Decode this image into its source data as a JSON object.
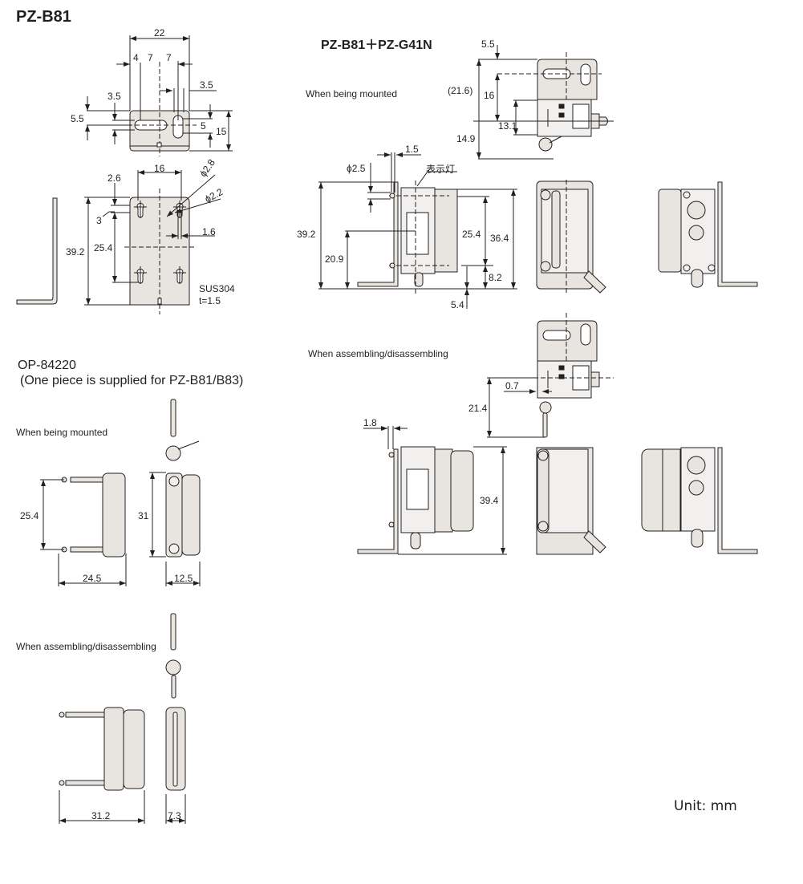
{
  "sections": {
    "pz_b81": {
      "title": "PZ-B81",
      "dims": {
        "width_22": "22",
        "d4": "4",
        "d7a": "7",
        "d7b": "7",
        "d3_5_right": "3.5",
        "d3_5_left": "3.5",
        "d5_5": "5.5",
        "d5": "5",
        "d15": "15",
        "d16": "16",
        "d2_6": "2.6",
        "phi2_8": "ϕ2.8",
        "phi2_2": "ϕ2.2",
        "d3": "3",
        "d1_6": "1.6",
        "d39_2": "39.2",
        "d25_4": "25.4"
      },
      "material": "SUS304",
      "thickness": "t=1.5"
    },
    "pz_b81_g41n": {
      "title": "PZ-B81＋PZ-G41N",
      "mounted_label": "When being mounted",
      "assembling_label": "When assembling/disassembling",
      "indicator_label": "表示灯",
      "dims": {
        "d5_5": "5.5",
        "d21_6": "(21.6)",
        "d16": "16",
        "d13_1": "13.1",
        "d14_9": "14.9",
        "d1_5": "1.5",
        "phi2_5": "ϕ2.5",
        "d39_2": "39.2",
        "d20_9": "20.9",
        "d25_4": "25.4",
        "d36_4": "36.4",
        "d8_2": "8.2",
        "d5_4": "5.4",
        "d0_7": "0.7",
        "d21_4": "21.4",
        "d1_8": "1.8",
        "d39_4": "39.4"
      }
    },
    "op_84220": {
      "title": "OP-84220",
      "subtitle": "(One piece is supplied for PZ-B81/B83)",
      "mounted_label": "When being mounted",
      "assembling_label": "When assembling/disassembling",
      "dims": {
        "d25_4": "25.4",
        "d31": "31",
        "d24_5": "24.5",
        "d12_5": "12.5",
        "d31_2": "31.2",
        "d7_3": "7.3"
      }
    }
  },
  "unit_label": "Unit: mm",
  "colors": {
    "line": "#231f20",
    "part_fill": "#e8e4e0",
    "part_fill_light": "#f2f0ee",
    "dim_line": "#555555"
  }
}
